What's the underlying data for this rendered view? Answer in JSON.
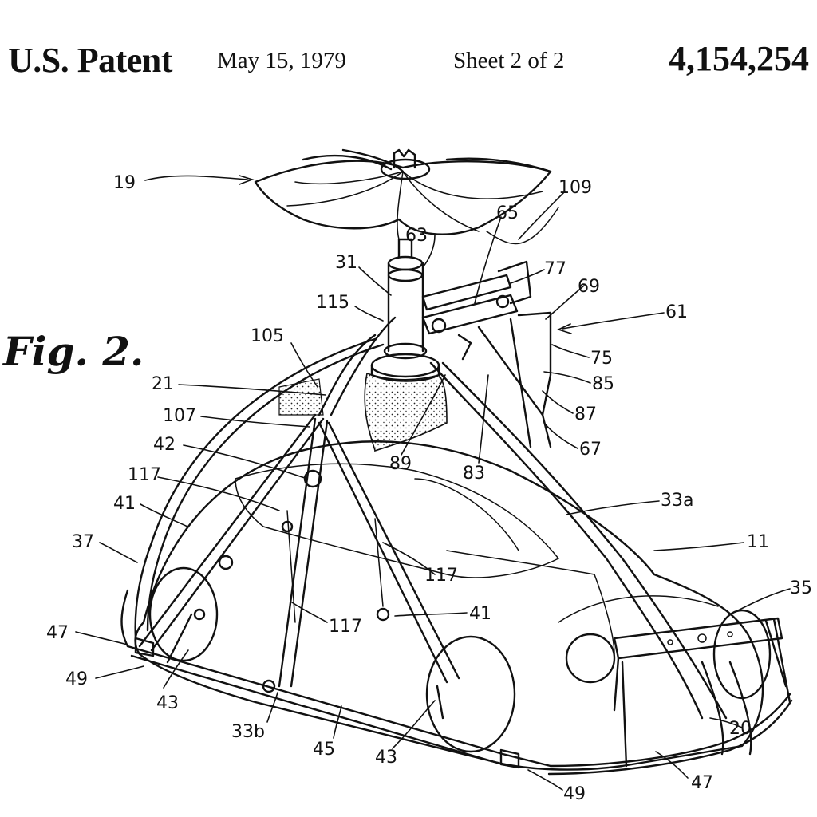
{
  "header": {
    "patent_label": "U.S. Patent",
    "date": "May 15, 1979",
    "sheet": "Sheet 2 of 2",
    "patent_number": "4,154,254"
  },
  "figure": {
    "label": "Fig. 2.",
    "references": [
      "19",
      "109",
      "65",
      "63",
      "77",
      "31",
      "69",
      "115",
      "61",
      "105",
      "75",
      "85",
      "21",
      "107",
      "87",
      "42",
      "89",
      "83",
      "67",
      "117",
      "33a",
      "41",
      "11",
      "37",
      "117",
      "35",
      "41",
      "117",
      "47",
      "49",
      "43",
      "33b",
      "45",
      "43",
      "20",
      "47",
      "49"
    ]
  }
}
